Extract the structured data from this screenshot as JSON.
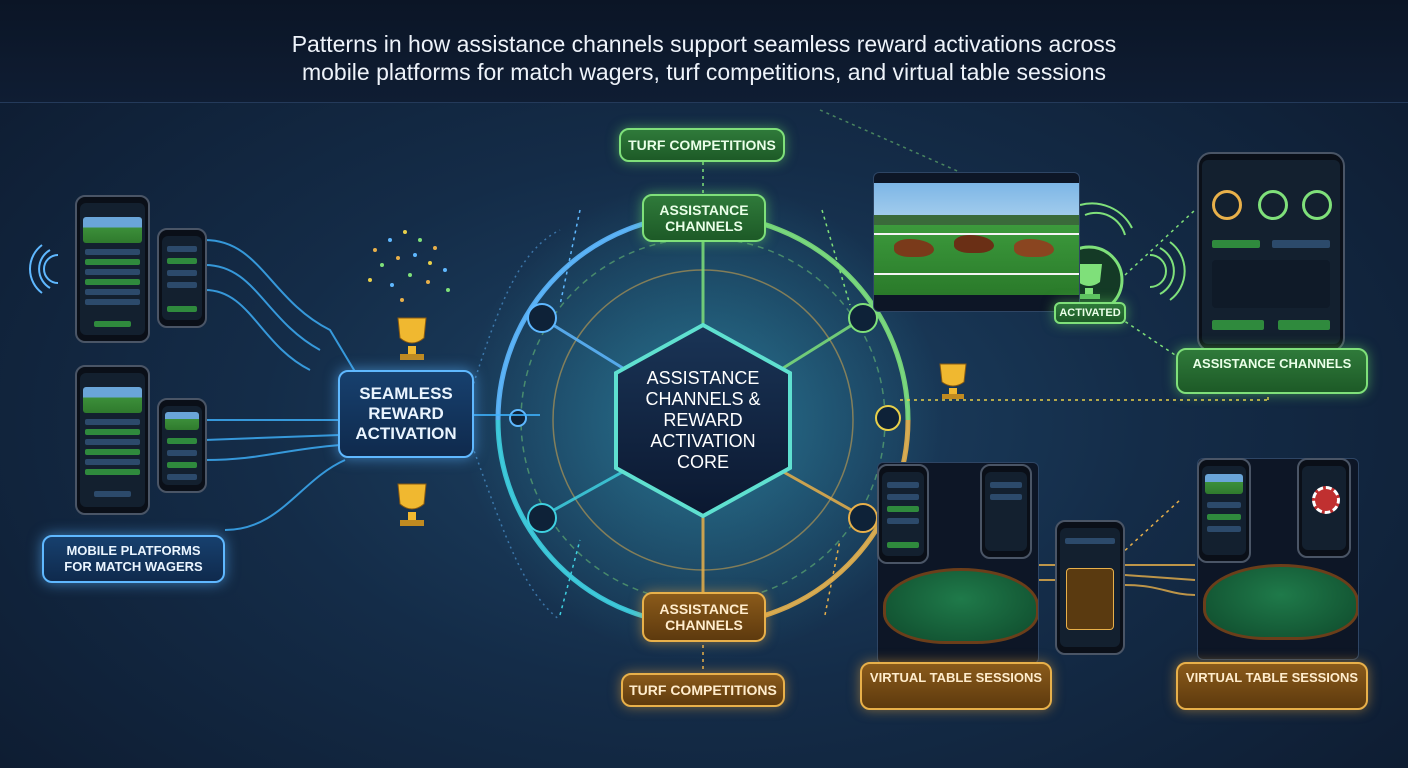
{
  "header": {
    "title_line1": "Patterns in how assistance channels support seamless reward activations across",
    "title_line2": "mobile platforms for match wagers, turf competitions, and virtual table sessions"
  },
  "labels": {
    "turf_top": "TURF COMPETITIONS",
    "assist_top": "ASSISTANCE CHANNELS",
    "assist_bottom": "ASSISTANCE CHANNELS",
    "turf_bottom": "TURF COMPETITIONS",
    "core": "ASSISTANCE CHANNELS & REWARD ACTIVATION CORE",
    "seamless": "SEAMLESS REWARD ACTIVATION",
    "mobile": "MOBILE PLATFORMS FOR MATCH WAGERS",
    "activated": "ACTIVATED",
    "assist_right": "ASSISTANCE CHANNELS",
    "virtual_center": "VIRTUAL TABLE SESSIONS",
    "virtual_right": "VIRTUAL TABLE SESSIONS"
  },
  "colors": {
    "green": "#7fe07a",
    "orange": "#e8b04a",
    "blue": "#5fb8ff",
    "teal": "#3fd0e0"
  },
  "icons": [
    "trophy-icon",
    "headset-icon",
    "chat-icon",
    "wifi-signal-icon",
    "playing-cards-icon",
    "poker-chip-icon"
  ]
}
